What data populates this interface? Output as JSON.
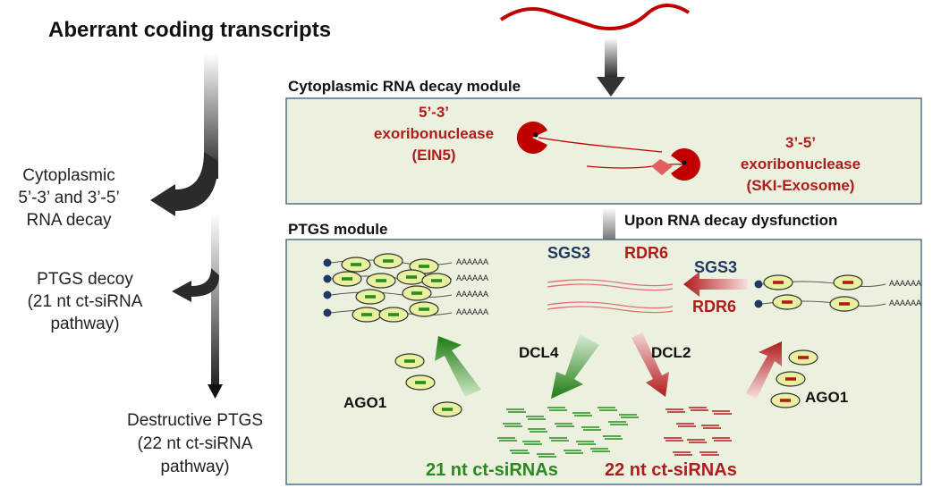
{
  "title": "Aberrant coding transcripts",
  "left_column": {
    "cytoplasmic_decay": [
      "Cytoplasmic",
      "5’-3’ and 3’-5’",
      "RNA decay"
    ],
    "ptgs_decoy": [
      "PTGS decoy",
      "(21 nt ct-siRNA",
      "pathway)"
    ],
    "destructive_ptgs": [
      "Destructive PTGS",
      "(22 nt ct-siRNA",
      "pathway)"
    ]
  },
  "cytoplasmic_module": {
    "title": "Cytoplasmic RNA decay module",
    "exo_53": [
      "5’-3’",
      "exoribonuclease",
      "(EIN5)"
    ],
    "exo_35": [
      "3’-5’",
      "exoribonuclease",
      "(SKI-Exosome)"
    ]
  },
  "dysfunction_label": "Upon RNA decay dysfunction",
  "ptgs_module": {
    "title": "PTGS module",
    "sgs3": "SGS3",
    "rdr6": "RDR6",
    "sgs3_right": "SGS3",
    "rdr6_right": "RDR6",
    "dcl4": "DCL4",
    "dcl2": "DCL2",
    "ago1_left": "AGO1",
    "ago1_right": "AGO1",
    "polya": "AAAAAA",
    "sirna_21": "21 nt ct-siRNAs",
    "sirna_22": "22 nt ct-siRNAs"
  },
  "colors": {
    "dark_red": "#b01c1c",
    "green": "#2a8a1e",
    "navy": "#1f3864",
    "module_fill": "#ebf1de",
    "module_border": "#4f6f8f",
    "ago_fill": "#e9f0a0"
  }
}
